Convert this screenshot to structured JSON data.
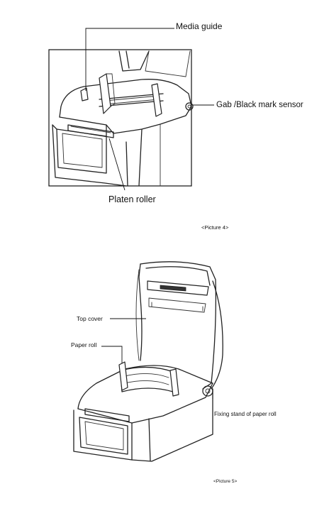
{
  "picture4": {
    "labels": {
      "media_guide": "Media guide",
      "gap_sensor": "Gab /Black mark sensor",
      "platen_roller": "Platen roller"
    },
    "caption": "<Picture 4>"
  },
  "picture5": {
    "labels": {
      "top_cover": "Top cover",
      "paper_roll": "Paper roll",
      "fixing_stand": "Fixing stand of paper roll"
    },
    "caption": "<Picture 5>"
  }
}
